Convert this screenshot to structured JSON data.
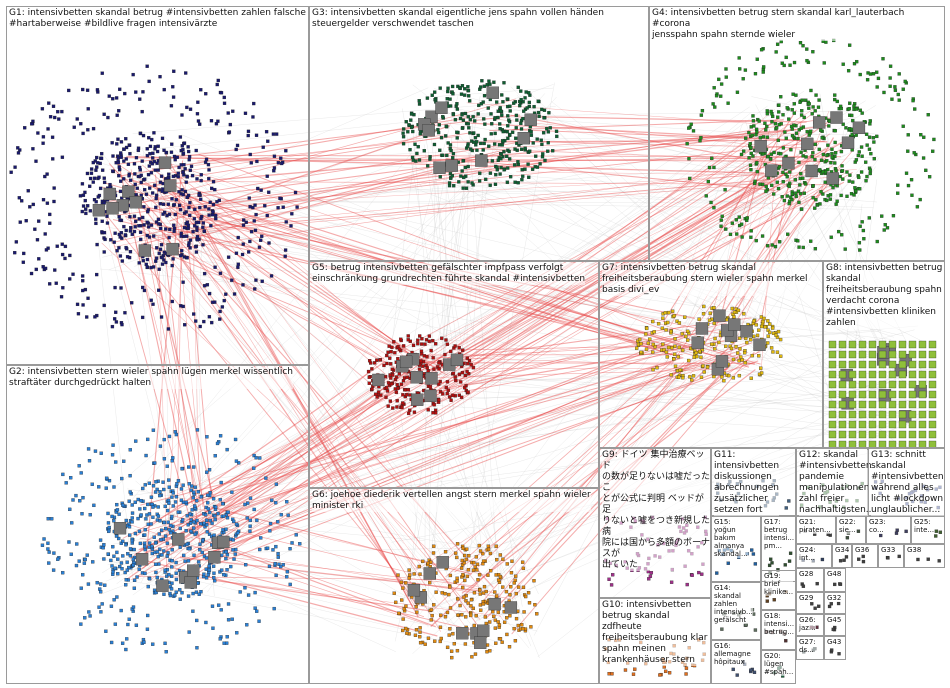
{
  "groups": [
    {
      "id": "G1",
      "label": "G1: intensivbetten skandal betrug #intensivbetten zahlen falsche\n#hartaberweise #bildlive fragen intensivärzte",
      "color": "#1a1a6e"
    },
    {
      "id": "G2",
      "label": "G2: intensivbetten stern wieler spahn lügen merkel wissentlich\nstraftäter durchgedrückt halten",
      "color": "#2a7fd4"
    },
    {
      "id": "G3",
      "label": "G3: intensivbetten skandal eigentliche jens spahn vollen händen\nsteuergelder verschwendet taschen",
      "color": "#0f5e32"
    },
    {
      "id": "G4",
      "label": "G4: intensivbetten betrug stern skandal karl_lauterbach #corona\njensspahn spahn sternde wieler",
      "color": "#1e8c1e"
    },
    {
      "id": "G5",
      "label": "G5: betrug intensivbetten gefälschter impfpass verfolgt\neinschränkung grundrechten führte skandal #intensivbetten",
      "color": "#b01010"
    },
    {
      "id": "G6",
      "label": "G6: joehoe diederik vertellen angst stern merkel spahn wieler\nminister rki",
      "color": "#e08a10"
    },
    {
      "id": "G7",
      "label": "G7: intensivbetten betrug skandal\nfreiheitsberaubung stern wieler spahn merkel\nbasis divi_ev",
      "color": "#e0b810"
    },
    {
      "id": "G8",
      "label": "G8: intensivbetten betrug\nskandal\nfreiheitsberaubung spahn\nverdacht corona\n#intensivbetten kliniken\nzahlen",
      "color": "#7fae2a"
    },
    {
      "id": "G9",
      "label": "G9: ドイツ 集中治療ベッド\nの数が足りないは嘘だったこ\nとが公式に判明 ベッドが足\nりないと嘘をつき新規した病\n院には国から多額のボーナスが\n出ていた",
      "color": "#a0308a"
    },
    {
      "id": "G10",
      "label": "G10: intensivbetten\nbetrug skandal zdfheute\nfreiheitsberaubung klar\nspahn meinen\nkrankenhäuser stern",
      "color": "#e07020"
    },
    {
      "id": "G11",
      "label": "G11:\nintensivbetten\ndiskussionen\nabrechnungen\nzusätzlicher\nsetzen fort",
      "color": "#406080"
    },
    {
      "id": "G12",
      "label": "G12: skandal\n#intensivbetten\npandemie\nmanipulationen\nzahl freier\nnachhaltigsten...",
      "color": "#4a8a4a"
    },
    {
      "id": "G13",
      "label": "G13: schnitt\nskandal\n#intensivbetten\nwährend alles\nlicht #lockdown\nunglaublicher...",
      "color": "#5060a0"
    },
    {
      "id": "G14",
      "label": "G14:\nskandal\nzahlen\nintensivb...\ngefälscht",
      "color": "#607060"
    },
    {
      "id": "G15",
      "label": "G15:\nyoğun\nbakım\nalmanya\nskandal...",
      "color": "#2060a0"
    },
    {
      "id": "G16",
      "label": "G16:\nallemagne\nhôpitaux",
      "color": "#405070"
    },
    {
      "id": "G17",
      "label": "G17:\nbetrug\nintensi...\npm...",
      "color": "#305030"
    },
    {
      "id": "G18",
      "label": "G18:\nintensi...\nbetrug...",
      "color": "#503030"
    },
    {
      "id": "G19",
      "label": "G19:\nbrief\nklinike...",
      "color": "#604020"
    },
    {
      "id": "G20",
      "label": "G20:\nlügen\n#spah...",
      "color": "#206040"
    },
    {
      "id": "G21",
      "label": "G21:\npiraten...",
      "color": "#404040"
    },
    {
      "id": "G22",
      "label": "G22:\nsie...",
      "color": "#405040"
    },
    {
      "id": "G23",
      "label": "G23:\nco...",
      "color": "#404060"
    },
    {
      "id": "G24",
      "label": "G24:\nint...",
      "color": "#304060"
    },
    {
      "id": "G25",
      "label": "G25:\ninte...",
      "color": "#406030"
    },
    {
      "id": "G26",
      "label": "G26:\njaz...",
      "color": "#603040"
    },
    {
      "id": "G27",
      "label": "G27:\nds...",
      "color": "#304040"
    },
    {
      "id": "G28",
      "label": "G28",
      "color": "#404040"
    },
    {
      "id": "G29",
      "label": "G29",
      "color": "#404040"
    },
    {
      "id": "G32",
      "label": "G32",
      "color": "#404040"
    },
    {
      "id": "G33",
      "label": "G33",
      "color": "#404040"
    },
    {
      "id": "G34",
      "label": "G34",
      "color": "#404040"
    },
    {
      "id": "G36",
      "label": "G36",
      "color": "#404040"
    },
    {
      "id": "G38",
      "label": "G38",
      "color": "#404040"
    },
    {
      "id": "G43",
      "label": "G43",
      "color": "#404040"
    },
    {
      "id": "G45",
      "label": "G45",
      "color": "#404040"
    },
    {
      "id": "G48",
      "label": "G48",
      "color": "#404040"
    }
  ],
  "colors": {
    "edge": "#e84a4a",
    "faint_edge": "#c8c8c8",
    "frame": "#9a9a9a"
  }
}
